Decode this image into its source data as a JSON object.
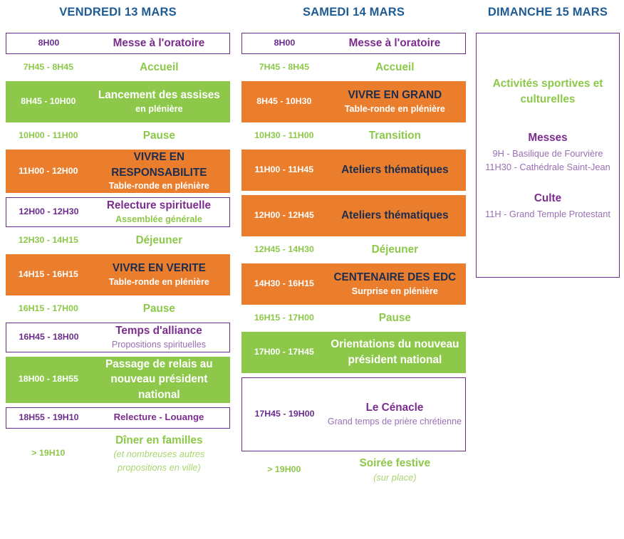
{
  "theme": {
    "green": "#8dc84a",
    "orange": "#ea7e2d",
    "purple": "#6b2e8f",
    "purple_text": "#7b2d8e",
    "purple_light": "#9a6fb5",
    "navy": "#1d2d50",
    "header_blue": "#1f5b95",
    "white": "#ffffff"
  },
  "columns": [
    {
      "title": "VENDREDI 13 MARS",
      "rows": [
        {
          "style": "outline",
          "time": "8H00",
          "label": "Messe à l'oratoire",
          "sub": ""
        },
        {
          "style": "plain",
          "time": "7H45 - 8H45",
          "label": "Accueil",
          "sub": ""
        },
        {
          "style": "green",
          "time": "8H45 - 10H00",
          "label": "Lancement des assises",
          "sub": "en plénière"
        },
        {
          "style": "plain",
          "time": "10H00 - 11H00",
          "label": "Pause",
          "sub": ""
        },
        {
          "style": "orange",
          "time": "11H00 - 12H00",
          "label": "VIVRE EN RESPONSABILITE",
          "sub": "Table-ronde en plénière"
        },
        {
          "style": "outline",
          "time": "12H00 - 12H30",
          "label": "Relecture spirituelle",
          "sub": "Assemblée générale"
        },
        {
          "style": "plain",
          "time": "12H30 - 14H15",
          "label": "Déjeuner",
          "sub": ""
        },
        {
          "style": "orange",
          "time": "14H15 - 16H15",
          "label": "VIVRE EN VERITE",
          "sub": "Table-ronde en plénière"
        },
        {
          "style": "plain",
          "time": "16H15 - 17H00",
          "label": "Pause",
          "sub": ""
        },
        {
          "style": "outline",
          "time": "16H45 - 18H00",
          "label": "Temps d'alliance",
          "sub": "Propositions spirituelles"
        },
        {
          "style": "green",
          "time": "18H00 - 18H55",
          "label": "Passage de relais au nouveau président national",
          "sub": ""
        },
        {
          "style": "outline",
          "time": "18H55 - 19H10",
          "label": "Relecture - Louange",
          "sub": ""
        },
        {
          "style": "plain",
          "time": "> 19H10",
          "label": "Dîner en familles",
          "sub": "(et nombreuses autres propositions en ville)"
        }
      ]
    },
    {
      "title": "SAMEDI 14 MARS",
      "rows": [
        {
          "style": "outline",
          "time": "8H00",
          "label": "Messe à l'oratoire",
          "sub": ""
        },
        {
          "style": "plain",
          "time": "7H45 - 8H45",
          "label": "Accueil",
          "sub": ""
        },
        {
          "style": "orange",
          "time": "8H45 - 10H30",
          "label": "VIVRE EN GRAND",
          "sub": "Table-ronde en plénière"
        },
        {
          "style": "plain",
          "time": "10H30 - 11H00",
          "label": "Transition",
          "sub": ""
        },
        {
          "style": "orange",
          "time": "11H00 - 11H45",
          "label": "Ateliers thématiques",
          "sub": ""
        },
        {
          "style": "orange",
          "time": "12H00 - 12H45",
          "label": "Ateliers thématiques",
          "sub": ""
        },
        {
          "style": "plain",
          "time": "12H45 - 14H30",
          "label": "Déjeuner",
          "sub": ""
        },
        {
          "style": "orange",
          "time": "14H30 - 16H15",
          "label": "CENTENAIRE DES EDC",
          "sub": "Surprise en plénière"
        },
        {
          "style": "plain",
          "time": "16H15 - 17H00",
          "label": "Pause",
          "sub": ""
        },
        {
          "style": "green",
          "time": "17H00 - 17H45",
          "label": "Orientations du nouveau président national",
          "sub": ""
        },
        {
          "style": "outline",
          "time": "17H45 - 19H00",
          "label": "Le Cénacle",
          "sub": "Grand temps de prière chrétienne"
        },
        {
          "style": "plain",
          "time": "> 19H00",
          "label": "Soirée festive",
          "sub": "(sur place)"
        }
      ]
    }
  ],
  "sunday": {
    "title": "DIMANCHE 15 MARS",
    "activities": "Activités sportives et culturelles",
    "blocks": [
      {
        "heading": "Messes",
        "lines": [
          "9H - Basilique de Fourvière",
          "11H30 - Cathédrale Saint-Jean"
        ]
      },
      {
        "heading": "Culte",
        "lines": [
          "11H - Grand Temple Protestant"
        ]
      }
    ]
  }
}
